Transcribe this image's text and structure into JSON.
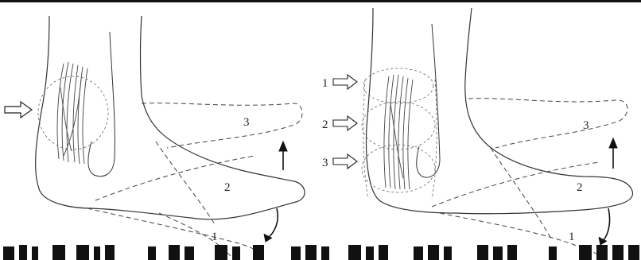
{
  "left_panel": {
    "positions": [
      {
        "label": "3"
      },
      {
        "label": "2"
      },
      {
        "label": "1"
      }
    ]
  },
  "right_panel": {
    "arrow_labels": [
      "1",
      "2",
      "3"
    ],
    "positions": [
      {
        "label": "3"
      },
      {
        "label": "2"
      },
      {
        "label": "1"
      }
    ]
  }
}
